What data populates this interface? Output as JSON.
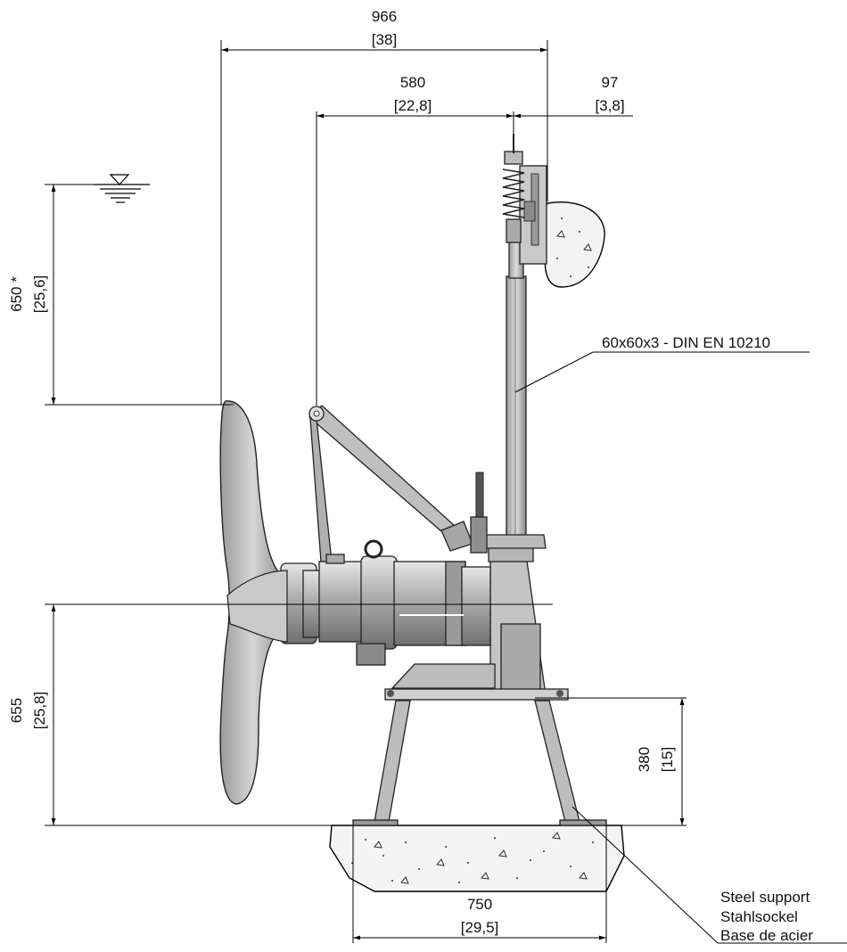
{
  "dimensions": {
    "overall_width": {
      "mm": "966",
      "in": "38"
    },
    "shaft_reach": {
      "mm": "580",
      "in": "22,8"
    },
    "wall_offset": {
      "mm": "97",
      "in": "3,8"
    },
    "submersion": {
      "mm": "650",
      "in": "25,6",
      "note": "*"
    },
    "axis_height": {
      "mm": "655",
      "in": "25,8"
    },
    "base_height": {
      "mm": "380",
      "in": "15"
    },
    "base_width": {
      "mm": "750",
      "in": "29,5"
    }
  },
  "labels": {
    "guide_tube": "60x60x3 - DIN EN 10210",
    "base_en": "Steel support",
    "base_de": "Stahlsockel",
    "base_fr": "Base de acier"
  }
}
